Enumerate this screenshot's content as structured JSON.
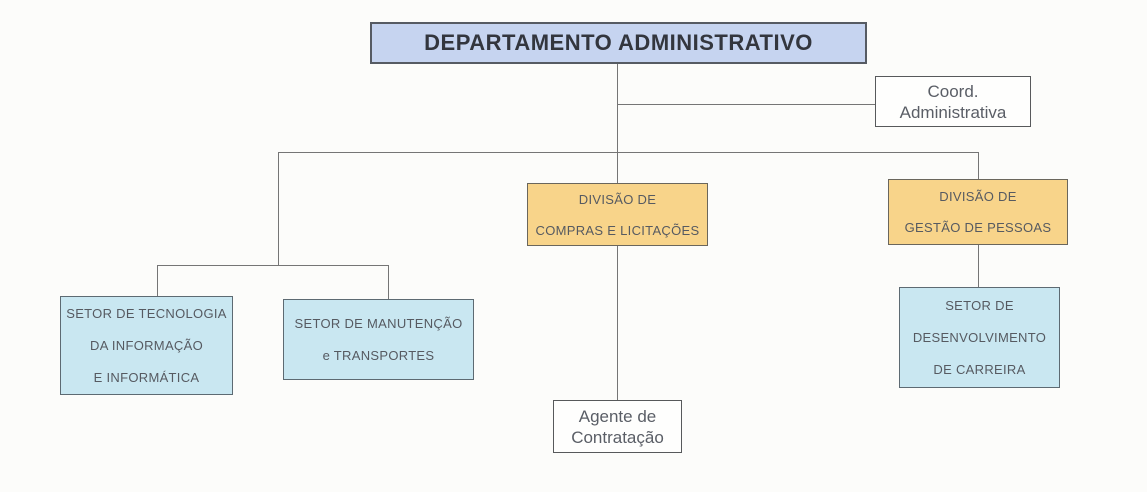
{
  "org_chart": {
    "title_node": {
      "label": "DEPARTAMENTO ADMINISTRATIVO"
    },
    "nodes": {
      "coord_administrativa": {
        "lines": [
          "Coord.",
          "Administrativa"
        ]
      },
      "divisao_compras": {
        "lines": [
          "DIVISÃO DE",
          "COMPRAS E LICITAÇÕES"
        ]
      },
      "divisao_gestao": {
        "lines": [
          "DIVISÃO DE",
          "GESTÃO DE PESSOAS"
        ]
      },
      "setor_tecnologia": {
        "lines": [
          "SETOR DE TECNOLOGIA",
          "DA INFORMAÇÃO",
          "E INFORMÁTICA"
        ]
      },
      "setor_manutencao": {
        "lines": [
          "SETOR DE MANUTENÇÃO",
          "e TRANSPORTES"
        ]
      },
      "setor_desenvolvimento": {
        "lines": [
          "SETOR DE",
          "DESENVOLVIMENTO",
          "DE CARREIRA"
        ]
      },
      "agente_contratacao": {
        "lines": [
          "Agente de",
          "Contratação"
        ]
      }
    },
    "colors": {
      "root_fill": "#c6d4f0",
      "division_fill": "#f8d48a",
      "sector_fill": "#c9e7f1",
      "leaf_fill": "#fefefd",
      "connector_line": "#757575"
    }
  }
}
